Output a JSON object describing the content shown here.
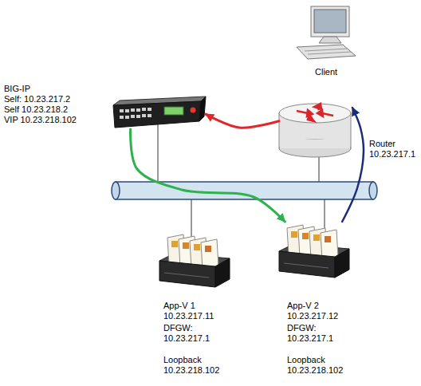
{
  "diagram": {
    "nodes": [
      {
        "text": [
          "Client"
        ]
      },
      {
        "text": [
          "BIG-IP",
          "Self: 10.23.217.2",
          "Self 10.23.218.2",
          "VIP 10.23.218.102"
        ]
      },
      {
        "text": [
          "Router",
          "10.23.217.1"
        ]
      },
      {
        "text": [
          "App-V 1",
          "10.23.217.11",
          "DFGW:",
          "10.23.217.1",
          "Loopback",
          "10.23.218.102"
        ]
      },
      {
        "text": [
          "App-V 2",
          "10.23.217.12",
          "DFGW:",
          "10.23.217.1",
          "Loopback",
          "10.23.218.102"
        ]
      }
    ],
    "edges": [
      {
        "from": 2,
        "to": 1,
        "arrow": "to"
      },
      {
        "from": 1,
        "to": 4,
        "arrow": "to"
      },
      {
        "from": 4,
        "to": 2,
        "arrow": "to"
      }
    ]
  }
}
